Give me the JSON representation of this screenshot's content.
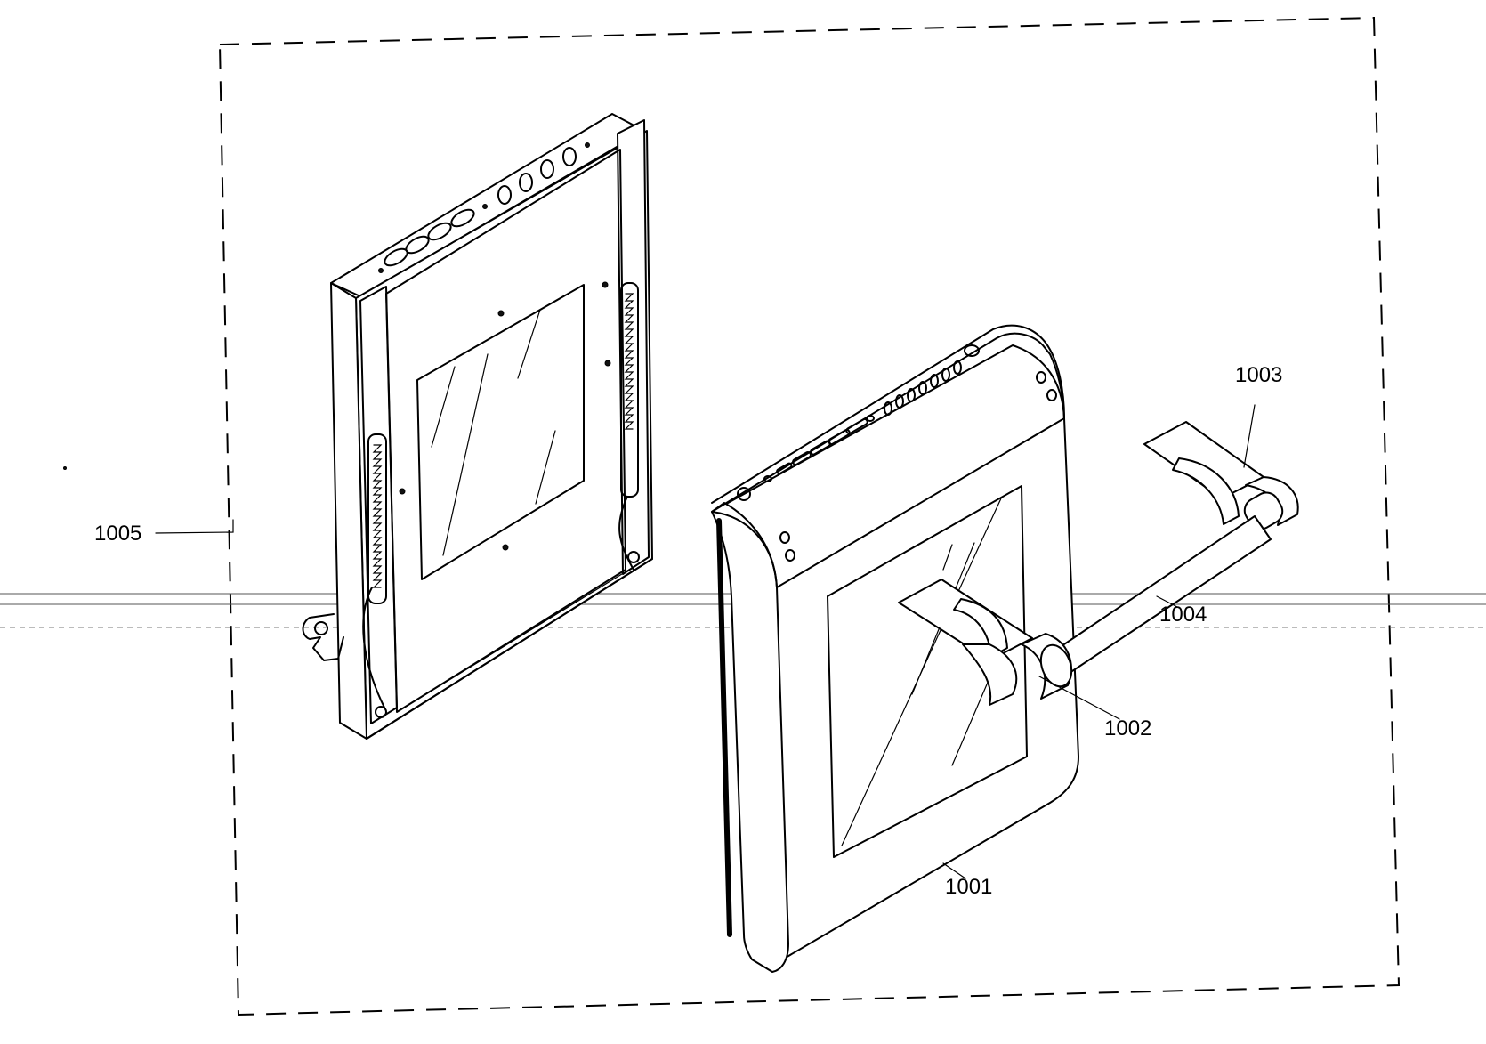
{
  "labels": {
    "ref_1001": "1001",
    "ref_1002": "1002",
    "ref_1003": "1003",
    "ref_1004": "1004",
    "ref_1005": "1005"
  }
}
